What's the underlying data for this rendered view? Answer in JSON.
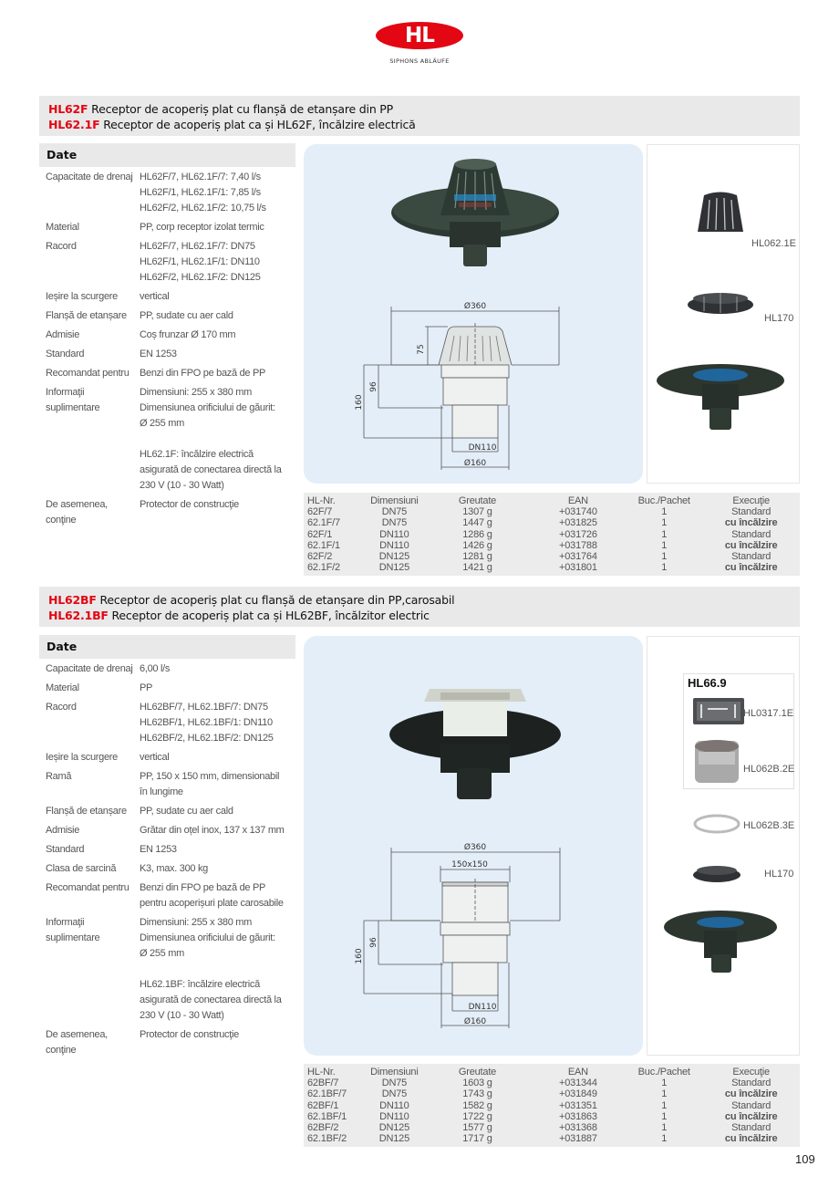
{
  "header": {
    "logo_text": "HL",
    "tagline": "SIPHONS ABLÄUFE"
  },
  "colors": {
    "brand_red": "#e30613",
    "bar_gray": "#e9e9e9",
    "panel_blue": "#e4eef8",
    "text": "#555555"
  },
  "sections": [
    {
      "title_lines": [
        {
          "code": "HL62F",
          "text": " Receptor de acoperiș plat cu flanșă de etanșare din PP"
        },
        {
          "code": "HL62.1F",
          "text": " Receptor de acoperiș plat ca și HL62F,  încălzire electrică"
        }
      ],
      "date_heading": "Date",
      "specs": [
        {
          "label": "Capacitate de drenaj",
          "values": [
            "HL62F/7, HL62.1F/7:  7,40 l/s",
            "HL62F/1, HL62.1F/1:  7,85 l/s",
            "HL62F/2, HL62.1F/2:  10,75 l/s"
          ]
        },
        {
          "label": "Material",
          "values": [
            "PP,  corp receptor izolat termic"
          ]
        },
        {
          "label": "Racord",
          "values": [
            "HL62F/7, HL62.1F/7: DN75",
            "HL62F/1, HL62.1F/1: DN110",
            "HL62F/2, HL62.1F/2: DN125"
          ]
        },
        {
          "label": "Ieșire la scurgere",
          "values": [
            "vertical"
          ]
        },
        {
          "label": "Flanșă de etanșare",
          "values": [
            "PP, sudate cu aer cald"
          ]
        },
        {
          "label": "Admisie",
          "values": [
            "Coș frunzar Ø 170 mm"
          ]
        },
        {
          "label": "Standard",
          "values": [
            "EN 1253"
          ]
        },
        {
          "label": "Recomandat pentru",
          "values": [
            "Benzi din FPO pe bază de PP"
          ]
        },
        {
          "label": "Informaţii suplimentare",
          "values": [
            "Dimensiuni: 255 x 380 mm",
            "Dimensiunea orificiului de găurit:",
            "Ø 255 mm",
            "",
            "HL62.1F: încălzire electrică",
            "asigurată de conectarea directă la",
            "230 V (10 - 30 Watt)"
          ]
        },
        {
          "label": "De asemenea, conţine",
          "values": [
            "Protector de construcţie"
          ]
        }
      ],
      "drawing": {
        "d360": "Ø360",
        "h75": "75",
        "h96": "96",
        "h160": "160",
        "dn": "DN110",
        "d160": "Ø160"
      },
      "accessories": [
        {
          "label": "HL062.1E"
        },
        {
          "label": "HL170"
        }
      ],
      "table": {
        "headers": [
          "HL-Nr.",
          "Dimensiuni",
          "Greutate",
          "EAN",
          "Buc./Pachet",
          "Execuţie"
        ],
        "rows": [
          [
            "62F/7",
            "DN75",
            "1307 g",
            "+031740",
            "1",
            "Standard"
          ],
          [
            "62.1F/7",
            "DN75",
            "1447 g",
            "+031825",
            "1",
            "cu încălzire"
          ],
          [
            "62F/1",
            "DN110",
            "1286 g",
            "+031726",
            "1",
            "Standard"
          ],
          [
            "62.1F/1",
            "DN110",
            "1426 g",
            "+031788",
            "1",
            "cu încălzire"
          ],
          [
            "62F/2",
            "DN125",
            "1281 g",
            "+031764",
            "1",
            "Standard"
          ],
          [
            "62.1F/2",
            "DN125",
            "1421 g",
            "+031801",
            "1",
            "cu încălzire"
          ]
        ]
      }
    },
    {
      "title_lines": [
        {
          "code": "HL62BF",
          "text": " Receptor de acoperiș plat cu flanșă de etanșare din PP,carosabil"
        },
        {
          "code": "HL62.1BF",
          "text": " Receptor de acoperiș plat ca și HL62BF, încălzitor electric"
        }
      ],
      "date_heading": "Date",
      "specs": [
        {
          "label": "Capacitate de drenaj",
          "values": [
            "6,00 l/s"
          ]
        },
        {
          "label": "Material",
          "values": [
            "PP"
          ]
        },
        {
          "label": "Racord",
          "values": [
            "HL62BF/7, HL62.1BF/7: DN75",
            "HL62BF/1, HL62.1BF/1: DN110",
            "HL62BF/2, HL62.1BF/2: DN125"
          ]
        },
        {
          "label": "Ieșire la scurgere",
          "values": [
            "vertical"
          ]
        },
        {
          "label": "Ramă",
          "values": [
            "PP, 150 x 150 mm, dimensionabil",
            "în lungime"
          ]
        },
        {
          "label": "Flanșă de etanșare",
          "values": [
            "PP, sudate cu aer cald"
          ]
        },
        {
          "label": "Admisie",
          "values": [
            "Grătar din oțel inox, 137 x 137 mm"
          ]
        },
        {
          "label": "Standard",
          "values": [
            "EN 1253"
          ]
        },
        {
          "label": "Clasa de sarcină",
          "values": [
            "K3, max. 300 kg"
          ]
        },
        {
          "label": "Recomandat pentru",
          "values": [
            "Benzi din FPO pe bază de PP",
            "pentru acoperișuri plate carosabile"
          ]
        },
        {
          "label": "Informaţii suplimentare",
          "values": [
            "Dimensiuni: 255 x 380 mm",
            "Dimensiunea orificiului de găurit:",
            "Ø 255 mm",
            "",
            "HL62.1BF: încălzire electrică",
            "asigurată de conectarea directă la",
            "230 V (10 - 30 Watt)"
          ]
        },
        {
          "label": "De asemenea, conţine",
          "values": [
            "Protector de construcţie"
          ]
        }
      ],
      "drawing": {
        "d360": "Ø360",
        "w150": "150x150",
        "h96": "96",
        "h160": "160",
        "dn": "DN110",
        "d160": "Ø160"
      },
      "accessories": [
        {
          "label": "HL66.9"
        },
        {
          "label": "HL0317.1E"
        },
        {
          "label": "HL062B.2E"
        },
        {
          "label": "HL062B.3E"
        },
        {
          "label": "HL170"
        }
      ],
      "table": {
        "headers": [
          "HL-Nr.",
          "Dimensiuni",
          "Greutate",
          "EAN",
          "Buc./Pachet",
          "Execuţie"
        ],
        "rows": [
          [
            "62BF/7",
            "DN75",
            "1603 g",
            "+031344",
            "1",
            "Standard"
          ],
          [
            "62.1BF/7",
            "DN75",
            "1743 g",
            "+031849",
            "1",
            "cu încălzire"
          ],
          [
            "62BF/1",
            "DN110",
            "1582 g",
            "+031351",
            "1",
            "Standard"
          ],
          [
            "62.1BF/1",
            "DN110",
            "1722 g",
            "+031863",
            "1",
            "cu încălzire"
          ],
          [
            "62BF/2",
            "DN125",
            "1577 g",
            "+031368",
            "1",
            "Standard"
          ],
          [
            "62.1BF/2",
            "DN125",
            "1717 g",
            "+031887",
            "1",
            "cu încălzire"
          ]
        ]
      }
    }
  ],
  "footer": {
    "page_number": "109"
  }
}
